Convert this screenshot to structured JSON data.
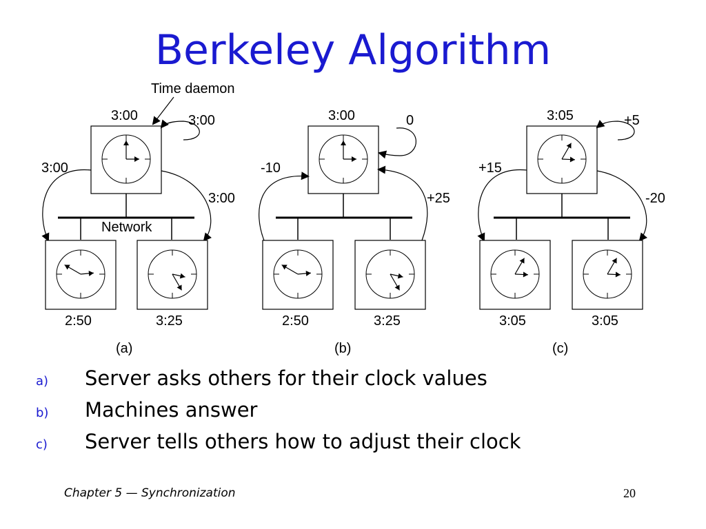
{
  "slide": {
    "title": "Berkeley Algorithm",
    "accent_color": "#1a1ad0"
  },
  "diagram": {
    "time_daemon_label": "Time daemon",
    "network_label": "Network",
    "panels": [
      {
        "caption": "(a)",
        "daemon": {
          "clock": "3:00",
          "hour": 3,
          "minute": 0
        },
        "daemon_self_label": "3:00",
        "left_link_label": "3:00",
        "right_link_label": "3:00",
        "machines": [
          {
            "clock": "2:50",
            "hour": 2,
            "minute": 50
          },
          {
            "clock": "3:25",
            "hour": 3,
            "minute": 25
          }
        ]
      },
      {
        "caption": "(b)",
        "daemon": {
          "clock": "3:00",
          "hour": 3,
          "minute": 0
        },
        "daemon_self_label": "0",
        "left_link_label": "-10",
        "right_link_label": "+25",
        "machines": [
          {
            "clock": "2:50",
            "hour": 2,
            "minute": 50
          },
          {
            "clock": "3:25",
            "hour": 3,
            "minute": 25
          }
        ]
      },
      {
        "caption": "(c)",
        "daemon": {
          "clock": "3:05",
          "hour": 3,
          "minute": 5
        },
        "daemon_self_label": "+5",
        "left_link_label": "+15",
        "right_link_label": "-20",
        "machines": [
          {
            "clock": "3:05",
            "hour": 3,
            "minute": 5
          },
          {
            "clock": "3:05",
            "hour": 3,
            "minute": 5
          }
        ]
      }
    ]
  },
  "bullets": [
    {
      "marker": "a)",
      "text": "Server asks others for their clock values"
    },
    {
      "marker": "b)",
      "text": "Machines answer"
    },
    {
      "marker": "c)",
      "text": "Server tells others how to adjust their clock"
    }
  ],
  "footer": {
    "chapter": "Chapter 5 — Synchronization",
    "page_number": "20"
  }
}
